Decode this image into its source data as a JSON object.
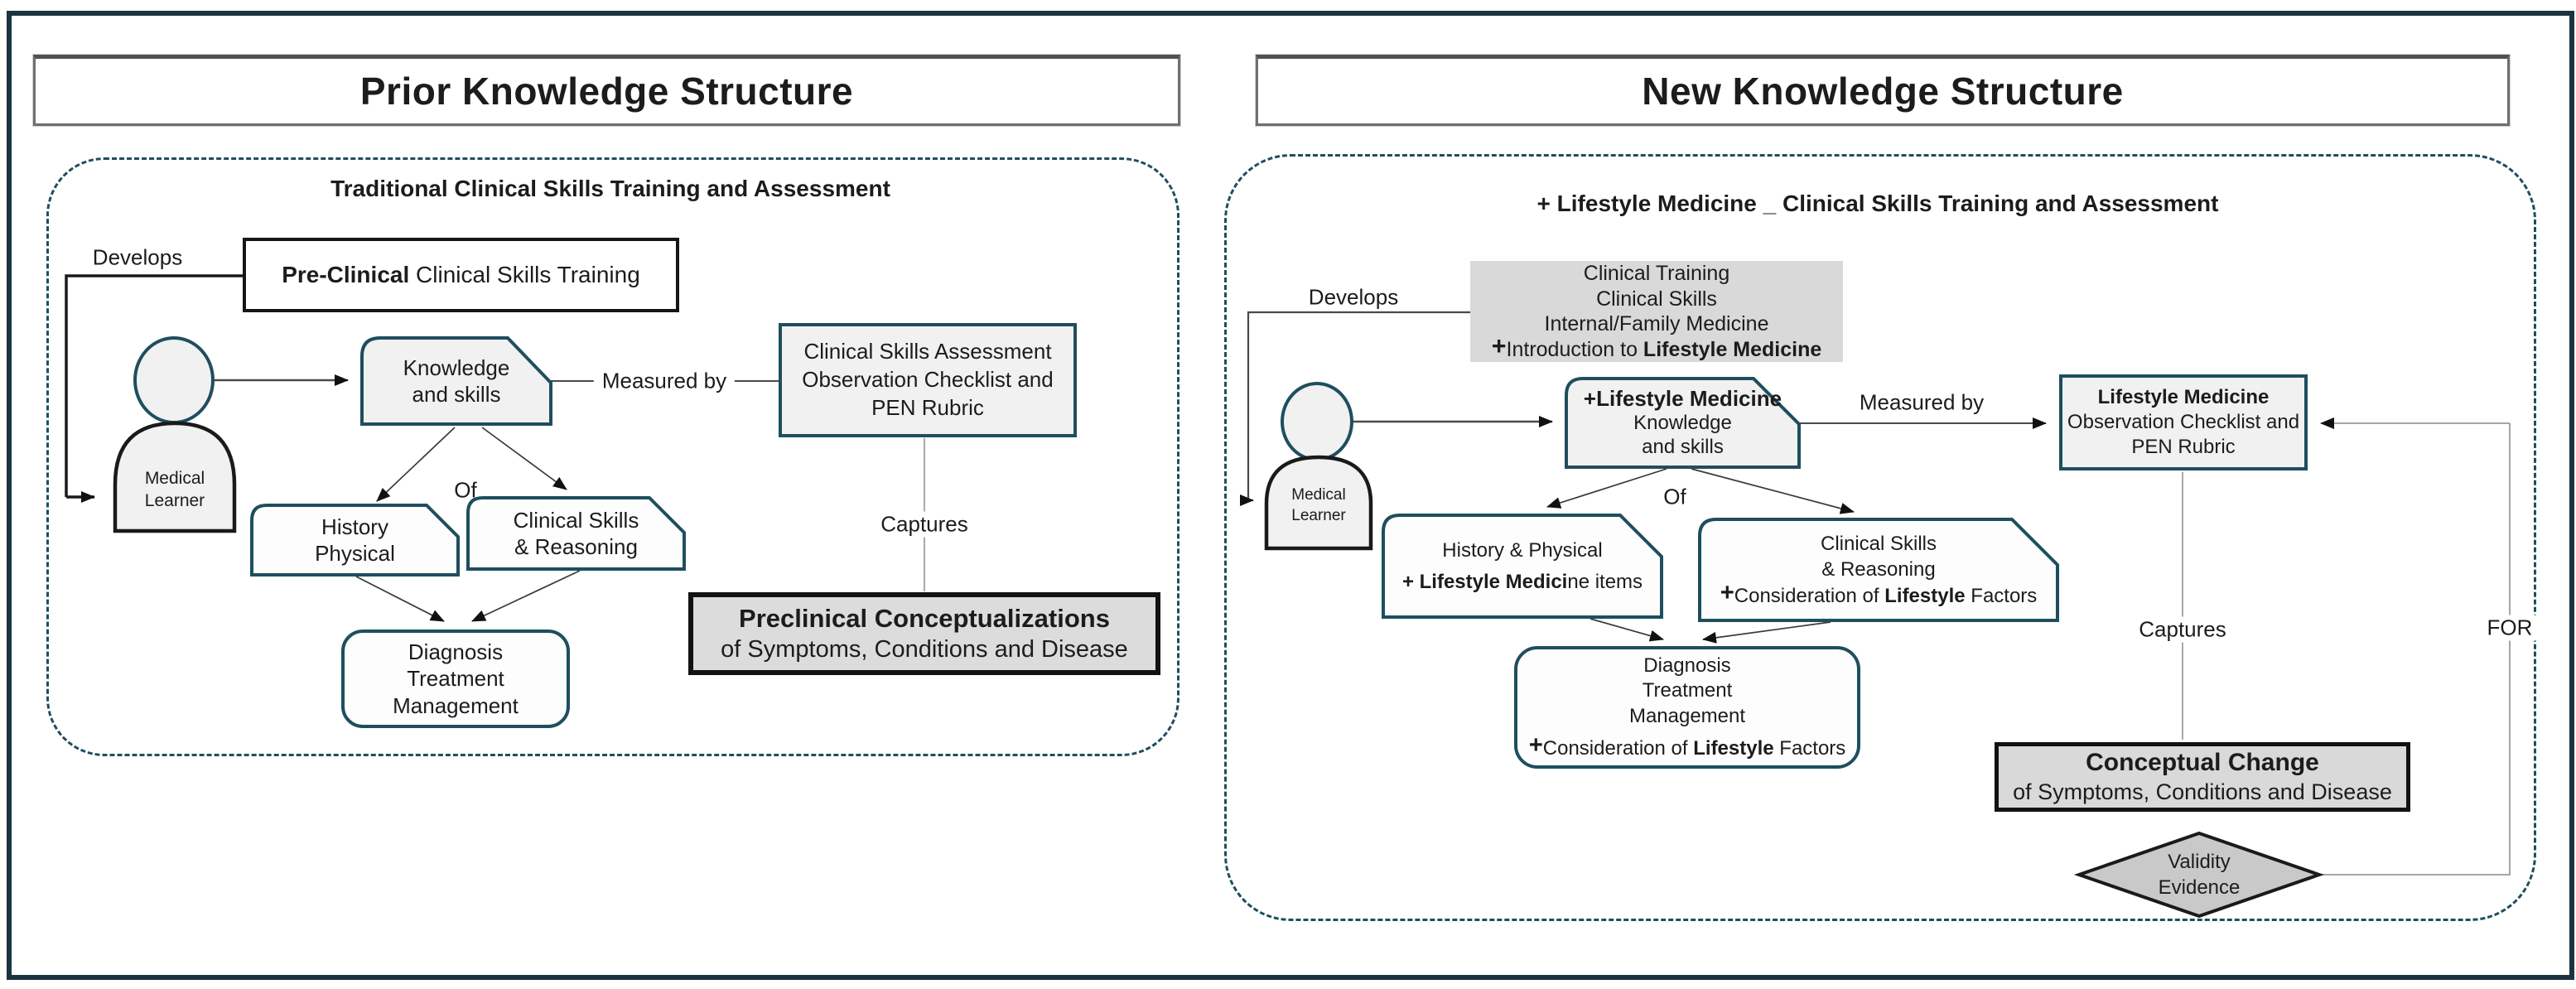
{
  "left": {
    "panel_title": "Prior Knowledge Structure",
    "container_title": "Traditional Clinical Skills Training and Assessment",
    "labels": {
      "develops": "Develops",
      "measured_by": "Measured by",
      "of": "Of",
      "captures": "Captures"
    },
    "pre_clinical_box": {
      "bold": "Pre-Clinical",
      "rest": " Clinical Skills Training"
    },
    "learner": {
      "l1": "Medical",
      "l2": "Learner"
    },
    "knowledge_box": {
      "l1": "Knowledge",
      "l2": "and skills"
    },
    "assessment_box": {
      "l1": "Clinical Skills Assessment",
      "l2": "Observation Checklist and",
      "l3": "PEN Rubric"
    },
    "history_box": {
      "l1": "History",
      "l2": "Physical"
    },
    "csr_box": {
      "l1": "Clinical Skills",
      "l2": "& Reasoning"
    },
    "diagnosis_box": {
      "l1": "Diagnosis",
      "l2": "Treatment",
      "l3": "Management"
    },
    "concept_box": {
      "l1": "Preclinical Conceptualizations",
      "l2": "of Symptoms, Conditions and Disease"
    }
  },
  "right": {
    "panel_title": "New Knowledge Structure",
    "container_title": "+ Lifestyle Medicine _ Clinical Skills Training and Assessment",
    "labels": {
      "develops": "Develops",
      "measured_by": "Measured by",
      "of": "Of",
      "captures": "Captures",
      "for": "FOR"
    },
    "training_box": {
      "l1": "Clinical Training",
      "l2": "Clinical Skills",
      "l3": "Internal/Family Medicine",
      "l4_plus": "+",
      "l4_mid": "Introduction to ",
      "l4_bold": "Lifestyle Medicine"
    },
    "learner": {
      "l1": "Medical",
      "l2": "Learner"
    },
    "lm_knowledge_box": {
      "l1_bold": "+Lifestyle Medicine",
      "l2": "Knowledge",
      "l3": "and skills"
    },
    "lm_observation_box": {
      "l1": "Lifestyle Medicine",
      "l2": "Observation Checklist and",
      "l3": "PEN Rubric"
    },
    "history_box": {
      "l1": "History & Physical",
      "l2_bold": "+ Lifestyle Medici",
      "l2_rest": "ne items"
    },
    "csr_box": {
      "l1": "Clinical Skills",
      "l2": "& Reasoning",
      "l3_plus": "+",
      "l3_mid": "Consideration of ",
      "l3_bold": "Lifestyle",
      "l3_rest": " Factors"
    },
    "diagnosis_box": {
      "l1": "Diagnosis",
      "l2": "Treatment",
      "l3": "Management",
      "l4_plus": "+",
      "l4_mid": "Consideration of ",
      "l4_bold": "Lifestyle",
      "l4_rest": " Factors"
    },
    "concept_box": {
      "l1": "Conceptual Change",
      "l2": "of Symptoms, Conditions and Disease"
    },
    "validity": {
      "l1": "Validity",
      "l2": "Evidence"
    }
  },
  "colors": {
    "teal_border": "#1f4e5f",
    "outer_border": "#1c3340",
    "light_fill": "#f1f1f1",
    "gray_fill": "#d9d9d9",
    "concept_fill": "#dcdcdc",
    "diamond_fill": "#c9c9c9"
  }
}
